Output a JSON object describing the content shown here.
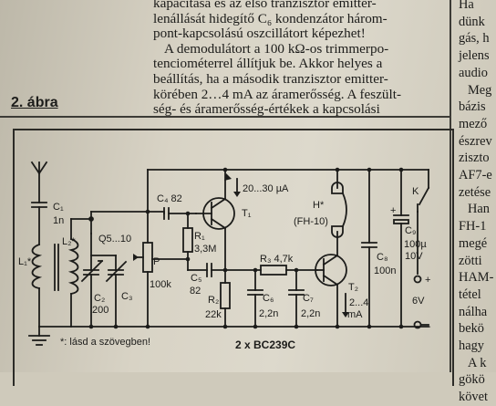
{
  "article": {
    "lines": [
      "kapacitása és az első tranzisztor emitter-",
      "lenállását hidegítő C₆ kondenzátor három-",
      "pont-kapcsolású oszcillátort képezhet!",
      "A demodulátort a 100 kΩ-os trimmerpo-",
      "tenciométerrel állítjuk be. Akkor helyes a",
      "beállítás, ha a második tranzisztor emitter-",
      "körében 2…4 mA az áramerősség. A feszült-",
      "ség- és áramerősség-értékek a kapcsolási"
    ]
  },
  "right_column": {
    "lines": [
      "Ha",
      "dünk",
      "gás, h",
      "jelens",
      "audio",
      "Meg",
      "bázis",
      "mező",
      "észrev",
      "ziszto",
      "AF7-e",
      "zetése",
      "Han",
      "FH-1",
      "megé",
      "zötti",
      "HAM-",
      "tétel",
      "nálha",
      "bekö",
      "hagy",
      "A k",
      "gökö",
      "követ"
    ]
  },
  "figure": {
    "label": "2. ábra",
    "caption": "2 x BC239C",
    "footnote": "*: lásd a szövegben!",
    "components": {
      "c1": "C₁",
      "c1_val": "1n",
      "l1": "L₁*",
      "l2": "L₂*",
      "trim_range": "Q5...10",
      "c2": "C₂",
      "c2_val": "200",
      "c3": "C₃",
      "c4": "C₄ 82",
      "r1": "R₁",
      "r1_val": "3,3M",
      "t1": "T₁",
      "current_t1": "20...30 µA",
      "p": "P",
      "p_val": "100k",
      "c5": "C₅",
      "c5_val": "82",
      "r2": "R₂",
      "r2_val": "22k",
      "c6": "C₆",
      "c6_val": "2,2n",
      "r3": "R₃ 4,7k",
      "c7": "C₇",
      "c7_val": "2,2n",
      "t2": "T₂",
      "current_t2_a": "2...4",
      "current_t2_b": "mA",
      "h": "H*",
      "h_model": "(FH-10)",
      "c8": "C₈",
      "c8_val": "100n",
      "k": "K",
      "c9": "C₉",
      "c9_val1": "100µ",
      "c9_val2": "10V",
      "supply": "6V",
      "plus": "+",
      "minus": "–"
    }
  }
}
